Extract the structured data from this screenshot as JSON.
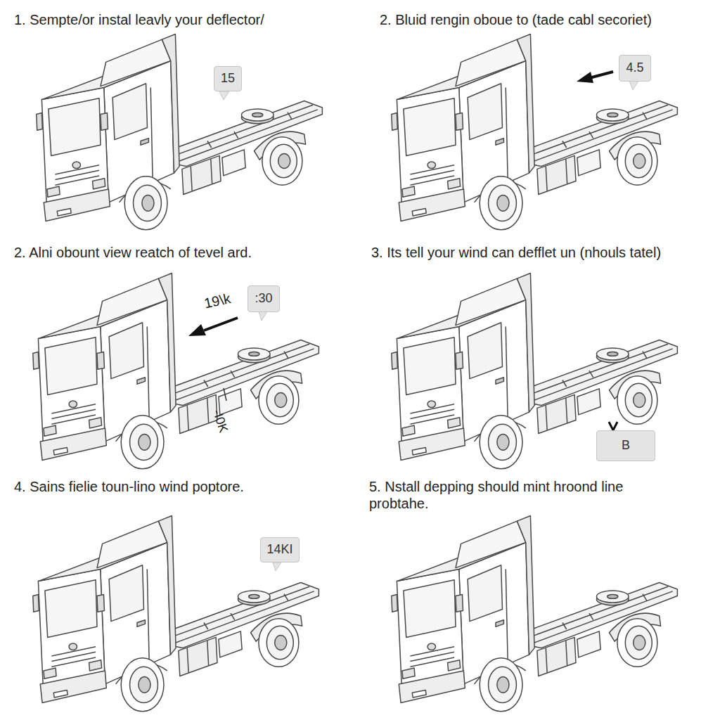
{
  "diagram": {
    "nodes": [
      {
        "text": [
          "15"
        ]
      },
      {
        "text": [
          "4.5"
        ]
      },
      {
        "text": [
          ":30"
        ]
      },
      {
        "text": [
          "B"
        ]
      },
      {
        "text": [
          "14KI"
        ]
      }
    ],
    "labels": [
      "1. Sempte/or instal leavly your deflector/",
      "2. Bluid rengin oboue to (tade cabl secoriet)",
      "2. Alni obount view reatch of tevel ard.",
      "19\\k",
      "-I0K",
      "3. Its tell your wind can defflet un (nhouls tatel)",
      "4. Sains fielie toun-lino wind poptore.",
      "5. Nstall depping should mint hroond line probtahe."
    ]
  }
}
